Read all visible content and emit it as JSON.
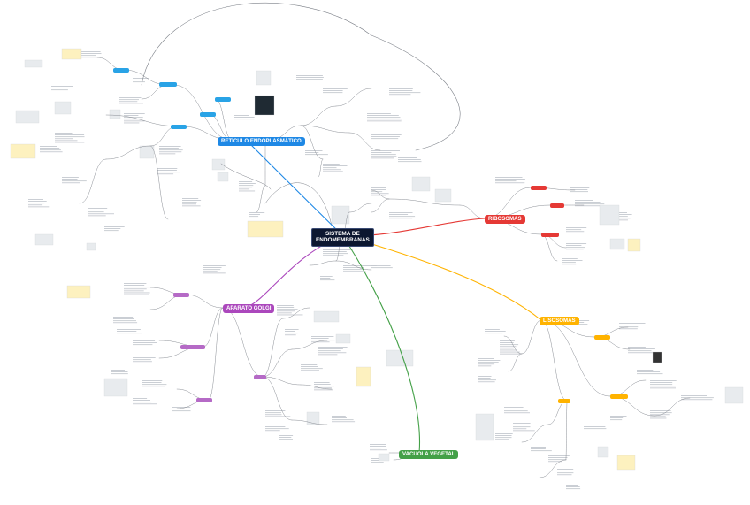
{
  "center": {
    "line1": "SISTEMA DE",
    "line2": "ENDOMEMBRANAS"
  },
  "branches": [
    {
      "key": "re",
      "label": "RETÍCULO ENDOPLASMÁTICO",
      "color": "#1e88e5"
    },
    {
      "key": "rib",
      "label": "RIBOSOMAS",
      "color": "#e53935"
    },
    {
      "key": "golgi",
      "label": "APARATO GOLGI",
      "color": "#ab47bc"
    },
    {
      "key": "liso",
      "label": "LISOSOMAS",
      "color": "#ffb300"
    },
    {
      "key": "vac",
      "label": "VACUOLA VEGETAL",
      "color": "#43a047"
    }
  ],
  "colors": {
    "connector": "#7c8088",
    "text_line": "#c5c9cf",
    "image_fill": "#e8ebee",
    "image_yellow": "#fdf1bf",
    "blue_sub": "#29a3e6",
    "red_sub": "#e53935",
    "purple_sub": "#b56ac6",
    "yellow_sub": "#ffb300",
    "green_sub": "#43a047"
  }
}
